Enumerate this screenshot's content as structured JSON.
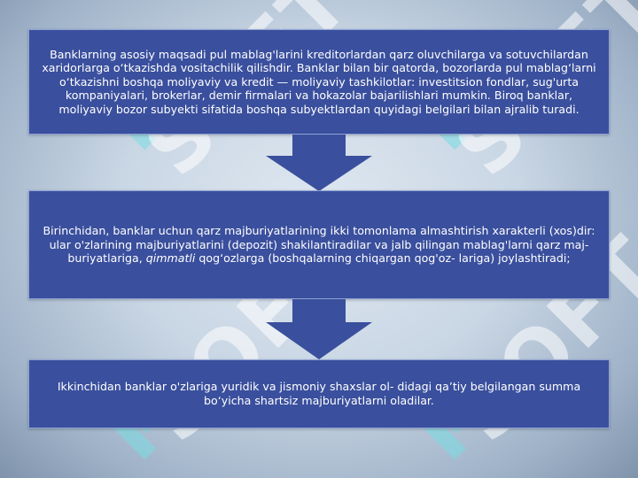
{
  "watermark": {
    "text": "SOFT"
  },
  "steps": [
    {
      "text": "Banklarning asosiy maqsadi pul mablag'larini kreditorlardan qarz oluvchilarga va sotuvchilardan xaridorlarga o‘tkazishda vositachilik qilishdir. Banklar bilan bir qatorda, bozorlarda pul mablag‘larni o‘tkazishni boshqa moliyaviy va kredit — moliyaviy tashkilotlar: investitsion fondlar, sug'urta kompaniyalari, brokerlar, demir firmalari va hokazolar bajarilishlari mumkin. Biroq banklar, moliyaviy bozor subyekti sifatida boshqa subyektlardan quyidagi belgilari bilan ajralib turadi."
    },
    {
      "text_before": "Birinchidan, banklar uchun qarz majburiyatlarining ikki tomonlama almashtirish xarakterli (xos)dir: ular o'zlarining majburiyatlarini (depozit) shakilantiradilar va jalb qilingan mablag'larni qarz maj- buriyatlariga, ",
      "text_emphasis": "qimmatli",
      "text_after": " qog‘ozlarga (boshqalarning chiqargan qog'oz- lariga) joylashtiradi;"
    },
    {
      "text": "Ikkinchidan banklar o'zlariga yuridik va jismoniy shaxslar ol- didagi qa’tiy belgilangan summa bo‘yicha shartsiz majburiyatlarni oladilar."
    }
  ],
  "colors": {
    "box_fill": "#3a4f9d",
    "arrow_fill": "#3a4f9d",
    "text": "#ffffff",
    "background": "#c9d6e4"
  }
}
